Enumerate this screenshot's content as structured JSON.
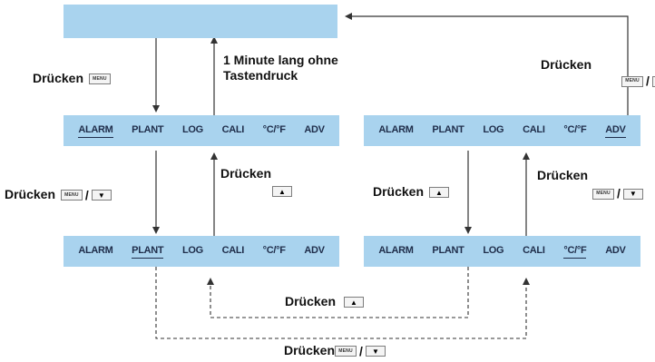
{
  "screens": {
    "mid_left": {
      "items": [
        "ALARM",
        "PLANT",
        "LOG",
        "CALI",
        "°C/°F",
        "ADV"
      ],
      "active": 0
    },
    "mid_right": {
      "items": [
        "ALARM",
        "PLANT",
        "LOG",
        "CALI",
        "°C/°F",
        "ADV"
      ],
      "active": 5
    },
    "bot_left": {
      "items": [
        "ALARM",
        "PLANT",
        "LOG",
        "CALI",
        "°C/°F",
        "ADV"
      ],
      "active": 1
    },
    "bot_right": {
      "items": [
        "ALARM",
        "PLANT",
        "LOG",
        "CALI",
        "°C/°F",
        "ADV"
      ],
      "active": 4
    }
  },
  "labels": {
    "press": "Drücken",
    "timeout_line1": "1 Minute lang ohne",
    "timeout_line2": "Tastendruck",
    "slash": "/"
  },
  "keys": {
    "menu": "MENU",
    "down": "▼",
    "up": "▲"
  },
  "colors": {
    "lcd": "#a9d3ee",
    "lcd_text": "#1f2d4a",
    "line": "#333333"
  }
}
